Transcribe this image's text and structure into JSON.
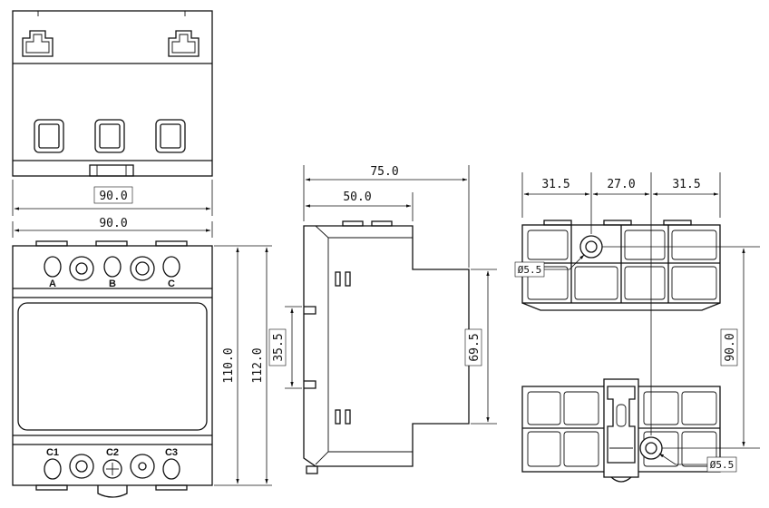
{
  "dimensions": {
    "top_width": "90.0",
    "front_width": "90.0",
    "front_height_inner": "110.0",
    "front_height_outer": "112.0",
    "side_depth_total": "75.0",
    "side_depth_front": "50.0",
    "side_rail": "35.5",
    "side_height": "69.5",
    "back_left": "31.5",
    "back_mid": "27.0",
    "back_right": "31.5",
    "back_height": "90.0",
    "hole_top": "Ø5.5",
    "hole_bottom": "Ø5.5"
  },
  "terminal_labels": {
    "top": [
      "A",
      "B",
      "C"
    ],
    "bottom": [
      "C1",
      "C2",
      "C3"
    ]
  }
}
